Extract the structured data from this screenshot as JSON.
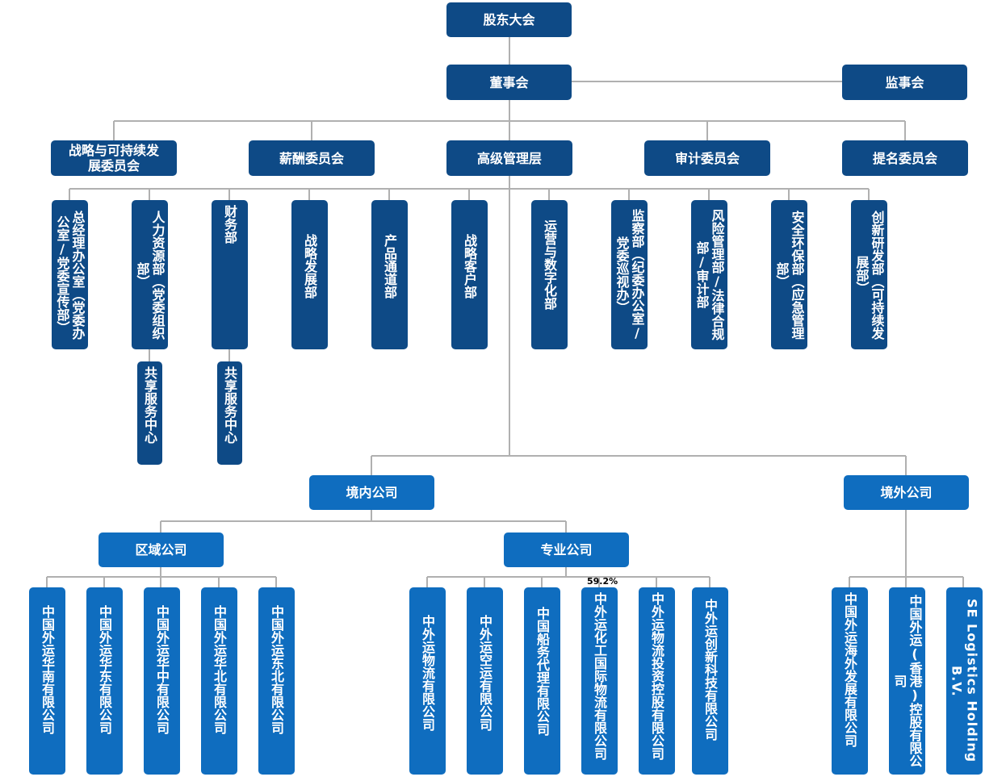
{
  "top": {
    "shareholders": "股东大会",
    "board": "董事会",
    "supervisors": "监事会"
  },
  "committees": {
    "strategy": "战略与可持续发展委员会",
    "remuneration": "薪酬委员会",
    "senior_mgmt": "高级管理层",
    "audit": "审计委员会",
    "nomination": "提名委员会"
  },
  "departments": [
    "总经理办公室（党委办公室/党委宣传部）",
    "人力资源部（党委组织部）",
    "财务部",
    "战略发展部",
    "产品通道部",
    "战略客户部",
    "运营与数字化部",
    "监察部（纪委办公室/党委巡视办）",
    "风险管理部/法律合规部/审计部",
    "安全环保部（应急管理部）",
    "创新研发部（可持续发展部）"
  ],
  "shared_services": [
    "共享服务中心",
    "共享服务中心"
  ],
  "domestic": {
    "label": "境内公司",
    "regional_label": "区域公司",
    "regional": [
      "中国外运华南有限公司",
      "中国外运华东有限公司",
      "中国外运华中有限公司",
      "中国外运华北有限公司",
      "中国外运东北有限公司"
    ],
    "specialized_label": "专业公司",
    "specialized": [
      "中外运物流有限公司",
      "中外运空运有限公司",
      "中国船务代理有限公司",
      "中外运化工国际物流有限公司",
      "中外运物流投资控股有限公司",
      "中外运创新科技有限公司"
    ],
    "stake_note": "59.2%"
  },
  "overseas": {
    "label": "境外公司",
    "companies": [
      "中国外运海外发展有限公司",
      "中国外运(香港)控股有限公司",
      "SE Logistics Holding B.V."
    ]
  },
  "colors": {
    "dark": "#0e4a86",
    "light": "#0f6dbf",
    "line": "#b0b0b0"
  }
}
